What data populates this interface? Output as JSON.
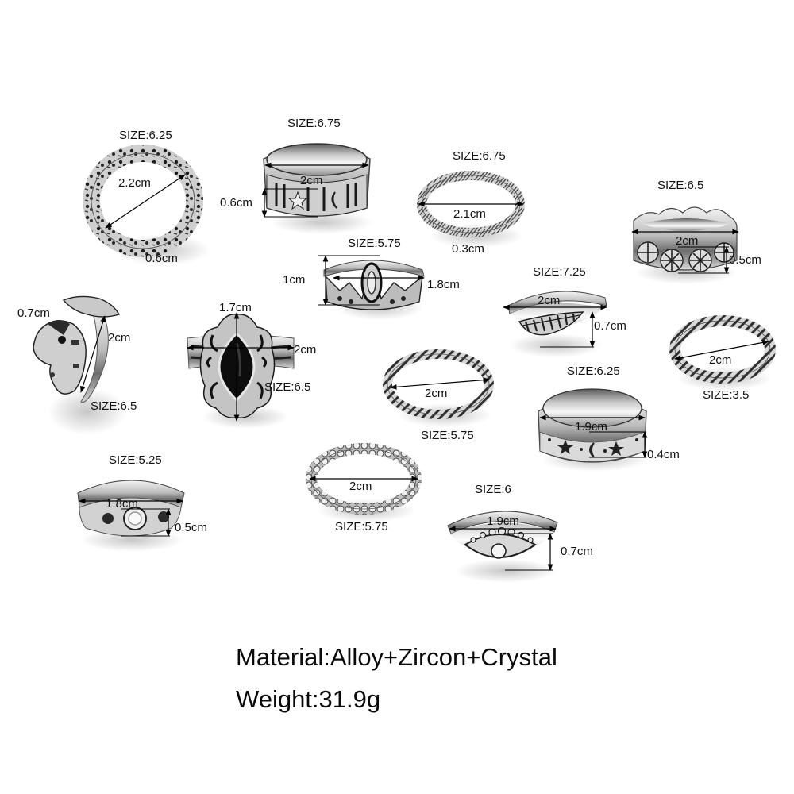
{
  "product": {
    "material_label": "Material:Alloy+Zircon+Crystal",
    "weight_label": "Weight:31.9g"
  },
  "colors": {
    "background": "#ffffff",
    "silver_light": "#e8e8e8",
    "silver_mid": "#a9a9a9",
    "silver_dark": "#3a3a3a",
    "stone_black": "#0d0d0d",
    "text": "#111111"
  },
  "rings": [
    {
      "id": "skull-chain-ring",
      "size": "SIZE:6.25",
      "diameter": "2.2cm",
      "width": "0.6cm"
    },
    {
      "id": "moon-star-band",
      "size": "SIZE:6.75",
      "diameter": "2cm",
      "height": "0.6cm"
    },
    {
      "id": "leaf-braid-ring",
      "size": "SIZE:6.75",
      "diameter": "2.1cm",
      "width": "0.3cm"
    },
    {
      "id": "flower-crown-band",
      "size": "SIZE:6.5",
      "diameter": "2cm",
      "height": "0.5cm"
    },
    {
      "id": "crown-marquise-ring",
      "size": "SIZE:5.75",
      "height": "1cm",
      "diameter": "1.8cm"
    },
    {
      "id": "feather-ring",
      "size": "SIZE:7.25",
      "diameter": "2cm",
      "height": "0.7cm"
    },
    {
      "id": "elephant-ring",
      "size": "SIZE:6.5",
      "width": "0.7cm",
      "diameter": "2cm"
    },
    {
      "id": "black-marquise-ring",
      "size": "SIZE:6.5",
      "height": "1.7cm",
      "diameter": "2cm"
    },
    {
      "id": "twisted-rope-ring",
      "size": "SIZE:5.75",
      "diameter": "2cm"
    },
    {
      "id": "thick-twist-ring",
      "size": "SIZE:3.5",
      "diameter": "2cm"
    },
    {
      "id": "star-moon-band",
      "size": "SIZE:6.25",
      "diameter": "1.9cm",
      "height": "0.4cm"
    },
    {
      "id": "crystal-flower-ring",
      "size": "SIZE:5.25",
      "diameter": "1.8cm",
      "height": "0.5cm"
    },
    {
      "id": "beaded-ring",
      "size": "SIZE:5.75",
      "diameter": "2cm"
    },
    {
      "id": "evil-eye-ring",
      "size": "SIZE:6",
      "diameter": "1.9cm",
      "height": "0.7cm"
    }
  ]
}
